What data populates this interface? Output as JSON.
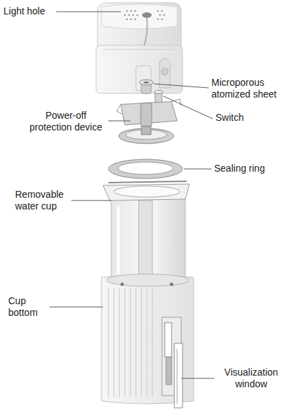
{
  "diagram": {
    "labels": [
      "Light hole",
      "Microporous atomized sheet",
      "Switch",
      "Power-off protection device",
      "Sealing ring",
      "Removable water cup",
      "Cup bottom",
      "Visualization window"
    ]
  }
}
